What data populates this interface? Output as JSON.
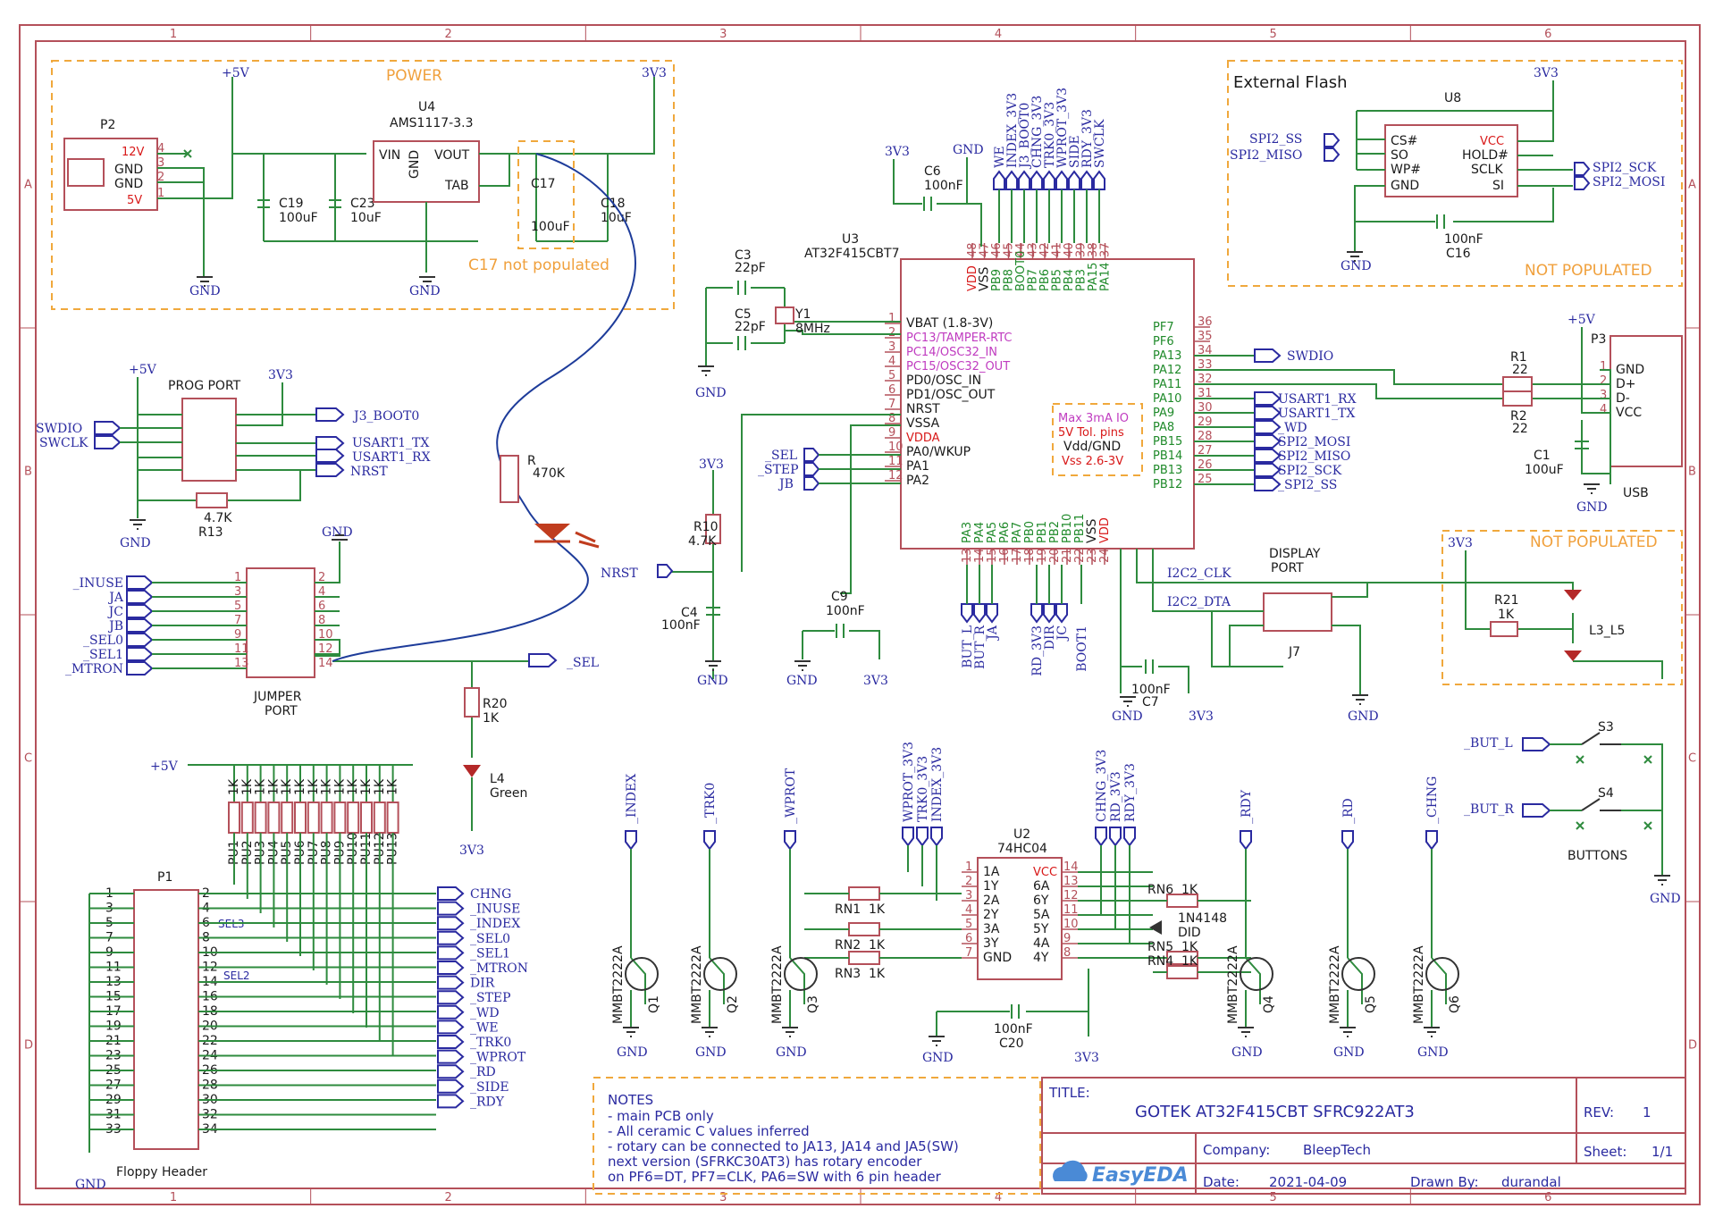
{
  "frame": {
    "cols": [
      "1",
      "2",
      "3",
      "4",
      "5",
      "6"
    ],
    "rows": [
      "A",
      "B",
      "C",
      "D"
    ]
  },
  "power": {
    "title": "POWER",
    "p2": "P2",
    "u4": "U4",
    "u4_part": "AMS1117-3.3",
    "vin": "VIN",
    "vout": "VOUT",
    "tab": "TAB",
    "gnd": "GND",
    "v12": "12V",
    "v5": "5V",
    "plus5v": "+5V",
    "v3v3": "3V3",
    "c19": "C19",
    "c19v": "100uF",
    "c23": "C23",
    "c23v": "10uF",
    "c17": "C17",
    "c17v": "100uF",
    "c18": "C18",
    "c18v": "10uF",
    "c17_note": "C17 not populated"
  },
  "flash": {
    "title": "External Flash",
    "u8": "U8",
    "v3v3": "3V3",
    "cs": "CS#",
    "so": "SO",
    "wp": "WP#",
    "gnd": "GND",
    "vcc": "VCC",
    "hold": "HOLD#",
    "sclk": "SCLK",
    "si": "SI",
    "spi2_ss": "SPI2_SS",
    "spi2_miso": "SPI2_MISO",
    "spi2_sck": "SPI2_SCK",
    "spi2_mosi": "SPI2_MOSI",
    "c16": "C16",
    "c16v": "100nF",
    "not_pop": "NOT POPULATED"
  },
  "mcu": {
    "u3": "U3",
    "part": "AT32F415CBT7",
    "left_pins": [
      "VBAT (1.8-3V)",
      "PC13/TAMPER-RTC",
      "PC14/OSC32_IN",
      "PC15/OSC32_OUT",
      "PD0/OSC_IN",
      "PD1/OSC_OUT",
      "NRST",
      "VSSA",
      "VDDA",
      "PA0/WKUP",
      "PA1",
      "PA2"
    ],
    "left_nums": [
      "1",
      "2",
      "3",
      "4",
      "5",
      "6",
      "7",
      "8",
      "9",
      "10",
      "11",
      "12"
    ],
    "right_pins": [
      "PF7",
      "PF6",
      "PA13",
      "PA12",
      "PA11",
      "PA10",
      "PA9",
      "PA8",
      "PB15",
      "PB14",
      "PB13",
      "PB12"
    ],
    "right_nums": [
      "36",
      "35",
      "34",
      "33",
      "32",
      "31",
      "30",
      "29",
      "28",
      "27",
      "26",
      "25"
    ],
    "top_pins": [
      "VDD",
      "VSS",
      "PB9",
      "PB8",
      "BOOT0",
      "PB7",
      "PB6",
      "PB5",
      "PB4",
      "PB3",
      "PA15",
      "PA14"
    ],
    "top_nums": [
      "48",
      "47",
      "46",
      "45",
      "44",
      "43",
      "42",
      "41",
      "40",
      "39",
      "38",
      "37"
    ],
    "bottom_pins": [
      "PA3",
      "PA4",
      "PA5",
      "PA6",
      "PA7",
      "PB0",
      "PB1",
      "PB2",
      "PB10",
      "PB11",
      "VSS",
      "VDD"
    ],
    "bottom_nums": [
      "13",
      "14",
      "15",
      "16",
      "17",
      "18",
      "19",
      "20",
      "21",
      "22",
      "23",
      "24"
    ],
    "top_nets": [
      "WE",
      "INDEX_3V3",
      "J3_BOOT0",
      "CHNG_3V3",
      "TRK0_3V3",
      "WPROT_3V3",
      "SIDE",
      "RDY_3V3",
      "SWCLK"
    ],
    "note": [
      "Max 3mA IO",
      "5V Tol. pins",
      "Vdd/GND",
      "Vss 2.6-3V"
    ],
    "c3": "C3",
    "c3v": "22pF",
    "c5": "C5",
    "c5v": "22pF",
    "y1": "Y1",
    "y1v": "8MHz",
    "c6": "C6",
    "c6v": "100nF",
    "c9": "C9",
    "c9v": "100nF",
    "c4": "C4",
    "c4v": "100nF",
    "r10": "R10",
    "r10v": "4.7K",
    "nrst": "NRST",
    "swdio": "SWDIO",
    "usart1_rx": "USART1_RX",
    "usart1_tx": "USART1_TX",
    "wd": "_WD",
    "spi2_mosi": "SPI2_MOSI",
    "spi2_miso": "SPI2_MISO",
    "spi2_sck": "SPI2_SCK",
    "spi2_ss": "_SPI2_SS",
    "sel": "_SEL",
    "step": "_STEP",
    "jb": "JB",
    "bottom_nets": [
      "BUT_L",
      "BUT_R",
      "JA",
      "RD_3V3",
      "DIR",
      "JC",
      "BOOT1"
    ],
    "gnd": "GND",
    "v3v3": "3V3"
  },
  "usb": {
    "p3": "P3",
    "plus5v": "+5V",
    "r1": "R1",
    "r1v": "22",
    "r2": "R2",
    "r2v": "22",
    "c1": "C1",
    "c1v": "100uF",
    "pins": [
      "GND",
      "D+",
      "D-",
      "VCC"
    ],
    "label": "USB",
    "gnd": "GND"
  },
  "display": {
    "title": "DISPLAY",
    "title2": "PORT",
    "i2c_clk": "I2C2_CLK",
    "i2c_dta": "I2C2_DTA",
    "j7": "J7",
    "c7": "C7",
    "c7v": "100nF",
    "gnd": "GND",
    "v3v3": "3V3"
  },
  "leds": {
    "not_pop": "NOT POPULATED",
    "v3v3": "3V3",
    "r21": "R21",
    "r21v": "1K",
    "l3": "L3_L5",
    "gnd": "GND"
  },
  "prog": {
    "title": "PROG PORT",
    "plus5v": "+5V",
    "v3v3": "3V3",
    "swdio": "SWDIO",
    "swclk": "SWCLK",
    "j3_boot0": "J3_BOOT0",
    "usart1_tx": "USART1_TX",
    "usart1_rx": "USART1_RX",
    "nrst": "NRST",
    "r13": "R13",
    "r13v": "4.7K",
    "gnd": "GND"
  },
  "jumper": {
    "title": "JUMPER",
    "title2": "PORT",
    "gnd": "GND",
    "nets": [
      "_INUSE",
      "JA",
      "JC",
      "JB",
      "_SEL0",
      "_SEL1",
      "_MTRON"
    ],
    "sel": "_SEL",
    "r20": "R20",
    "r20v": "1K",
    "l4": "L4",
    "l4c": "Green",
    "v3v3": "3V3"
  },
  "pullups": {
    "plus5v": "+5V",
    "value": "1K",
    "names": [
      "PU1",
      "PU2",
      "PU3",
      "PU4",
      "PU5",
      "PU6",
      "PU7",
      "PU8",
      "PU9",
      "PU10",
      "PU11",
      "PU12",
      "PU13"
    ]
  },
  "floppy": {
    "p1": "P1",
    "label": "Floppy Header",
    "gnd": "GND",
    "sel3": "SEL3",
    "sel2": "SEL2",
    "odd": [
      "1",
      "3",
      "5",
      "7",
      "9",
      "11",
      "13",
      "15",
      "17",
      "19",
      "21",
      "23",
      "25",
      "27",
      "29",
      "31",
      "33"
    ],
    "even": [
      "2",
      "4",
      "6",
      "8",
      "10",
      "12",
      "14",
      "16",
      "18",
      "20",
      "22",
      "24",
      "26",
      "28",
      "30",
      "32",
      "34"
    ],
    "nets": [
      "CHNG",
      "_INUSE",
      "_INDEX",
      "_SEL0",
      "_SEL1",
      "_MTRON",
      "DIR",
      "_STEP",
      "_WD",
      "_WE",
      "_TRK0",
      "_WPROT",
      "_RD",
      "_SIDE",
      "_RDY"
    ]
  },
  "buffer": {
    "u2": "U2",
    "part": "74HC04",
    "left": [
      "1A",
      "1Y",
      "2A",
      "2Y",
      "3A",
      "3Y",
      "GND"
    ],
    "right": [
      "VCC",
      "6A",
      "6Y",
      "5A",
      "5Y",
      "4A",
      "4Y"
    ],
    "rn1": "RN1",
    "rn2": "RN2",
    "rn3": "RN3",
    "rn4": "RN4",
    "rn5": "RN5",
    "rn6": "RN6",
    "rnv": "1K",
    "d1": "1N4148",
    "d1n": "DID",
    "c20": "C20",
    "c20v": "100nF",
    "gnd": "GND",
    "v3v3": "3V3",
    "top_nets": [
      "WPROT_3V3",
      "TRK0_3V3",
      "INDEX_3V3",
      "CHNG_3V3",
      "RD_3V3",
      "RDY_3V3"
    ]
  },
  "transistors": {
    "part": "MMBT2222A",
    "items": [
      {
        "ref": "Q1",
        "net": "_INDEX"
      },
      {
        "ref": "Q2",
        "net": "_TRK0"
      },
      {
        "ref": "Q3",
        "net": "_WPROT"
      },
      {
        "ref": "Q4",
        "net": "_RDY"
      },
      {
        "ref": "Q5",
        "net": "_RD"
      },
      {
        "ref": "Q6",
        "net": "_CHNG"
      }
    ],
    "gnd": "GND"
  },
  "rotary": {
    "r": "R",
    "rv": "470K"
  },
  "buttons": {
    "s3": "S3",
    "s4": "S4",
    "but_l": "_BUT_L",
    "but_r": "_BUT_R",
    "label": "BUTTONS",
    "gnd": "GND"
  },
  "notes": {
    "title": "NOTES",
    "lines": [
      "- main PCB only",
      "- All ceramic C values inferred",
      "- rotary can be connected to JA13, JA14 and JA5(SW)",
      "next version (SFRKC30AT3) has rotary encoder",
      "on PF6=DT, PF7=CLK, PA6=SW with 6 pin header"
    ]
  },
  "titleblock": {
    "title_lbl": "TITLE:",
    "title": "GOTEK AT32F415CBT SFRC922AT3",
    "rev_lbl": "REV:",
    "rev": "1",
    "company_lbl": "Company:",
    "company": "BleepTech",
    "sheet_lbl": "Sheet:",
    "sheet": "1/1",
    "date_lbl": "Date:",
    "date": "2021-04-09",
    "drawn_lbl": "Drawn By:",
    "drawn": "durandal",
    "logo": "EasyEDA"
  }
}
